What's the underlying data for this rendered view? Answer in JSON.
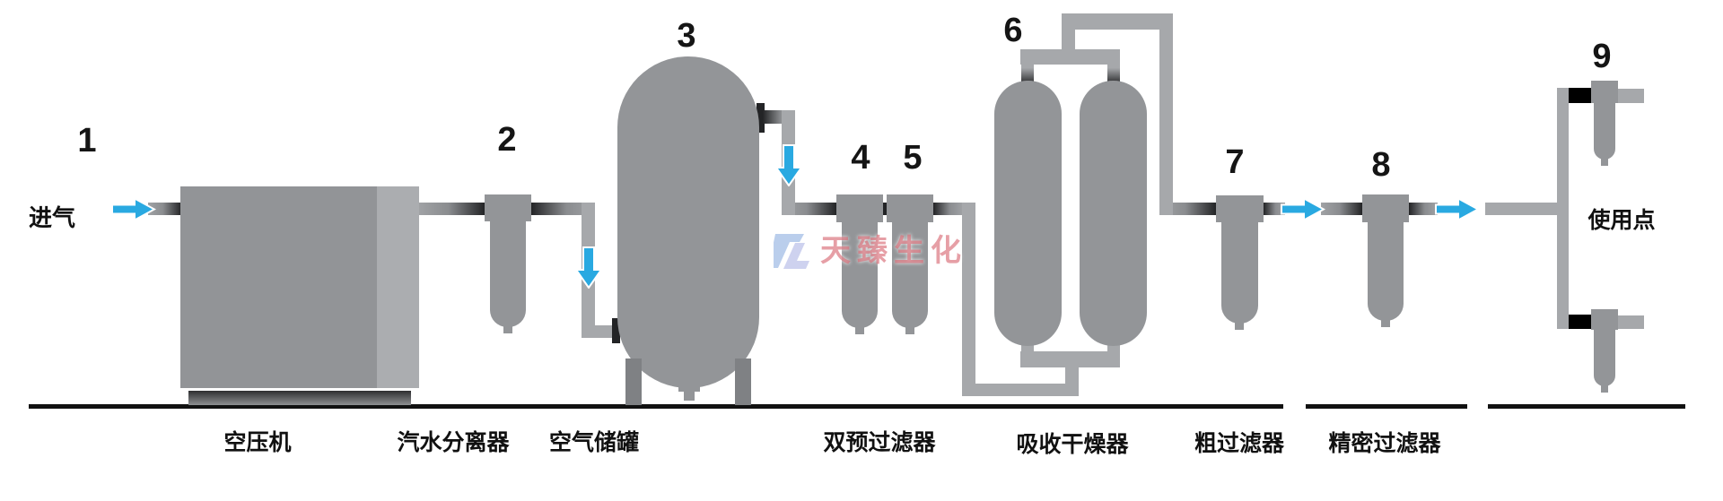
{
  "diagram": {
    "inlet_label": "进气",
    "point_of_use_label": "使用点"
  },
  "numbers": {
    "1": "1",
    "2": "2",
    "3": "3",
    "4": "4",
    "5": "5",
    "6": "6",
    "7": "7",
    "8": "8",
    "9": "9"
  },
  "equipment_labels": {
    "compressor": "空压机",
    "water_separator": "汽水分离器",
    "air_tank": "空气储罐",
    "dual_prefilter": "双预过滤器",
    "absorption_dryer": "吸收干燥器",
    "coarse_filter": "粗过滤器",
    "precision_filter": "精密过滤器"
  },
  "watermark": {
    "text": "天臻生化",
    "logo": "TL-logo"
  },
  "colors": {
    "equipment_gray": "#939598",
    "pipe_gray": "#a6a8ab",
    "pipe_dark": "#232426",
    "arrow_blue": "#29a9e1",
    "baseline_black": "#111111",
    "valve_black": "#000000",
    "watermark_pink": "#d76470",
    "watermark_logo_blue": "#8fb0e0",
    "watermark_logo_lavender": "#b9bfe8"
  }
}
